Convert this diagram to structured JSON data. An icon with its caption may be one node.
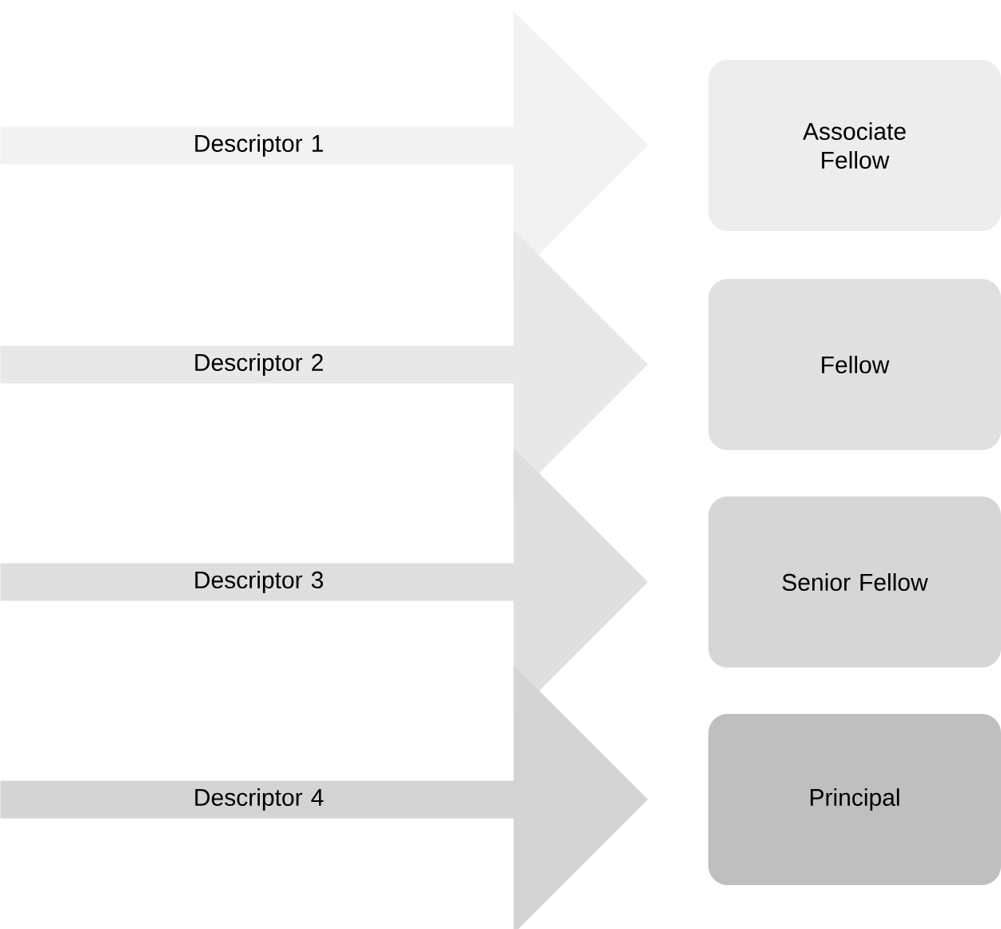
{
  "diagram": {
    "nodes": [
      {
        "text": [
          "Descriptor 1"
        ]
      },
      {
        "text": [
          "Associate Fellow"
        ]
      },
      {
        "text": [
          "Descriptor 2"
        ]
      },
      {
        "text": [
          "Fellow"
        ]
      },
      {
        "text": [
          "Descriptor 3"
        ]
      },
      {
        "text": [
          "Senior Fellow"
        ]
      },
      {
        "text": [
          "Descriptor 4"
        ]
      },
      {
        "text": [
          "Principal"
        ]
      }
    ]
  }
}
